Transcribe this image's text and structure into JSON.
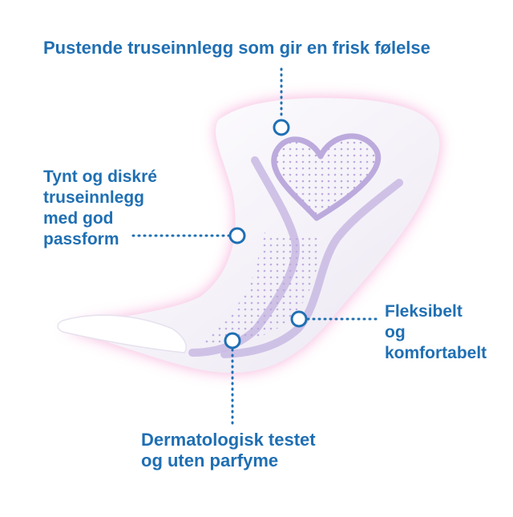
{
  "callouts": {
    "top": {
      "lines": [
        "Pustende truseinnlegg som gir en frisk følelse"
      ]
    },
    "left": {
      "lines": [
        "Tynt og diskré",
        "truseinnlegg",
        "med god",
        "passform"
      ]
    },
    "right": {
      "lines": [
        "Fleksibelt",
        "og",
        "komfortabelt"
      ]
    },
    "bottom": {
      "lines": [
        "Dermatologisk testet",
        "og uten parfyme"
      ]
    }
  },
  "colors": {
    "text": "#1f6fb3",
    "marker": "#1f6fb3",
    "pad": "#f6f4fa",
    "glow": "#f49ad0",
    "pattern": "#b9a7dc"
  }
}
